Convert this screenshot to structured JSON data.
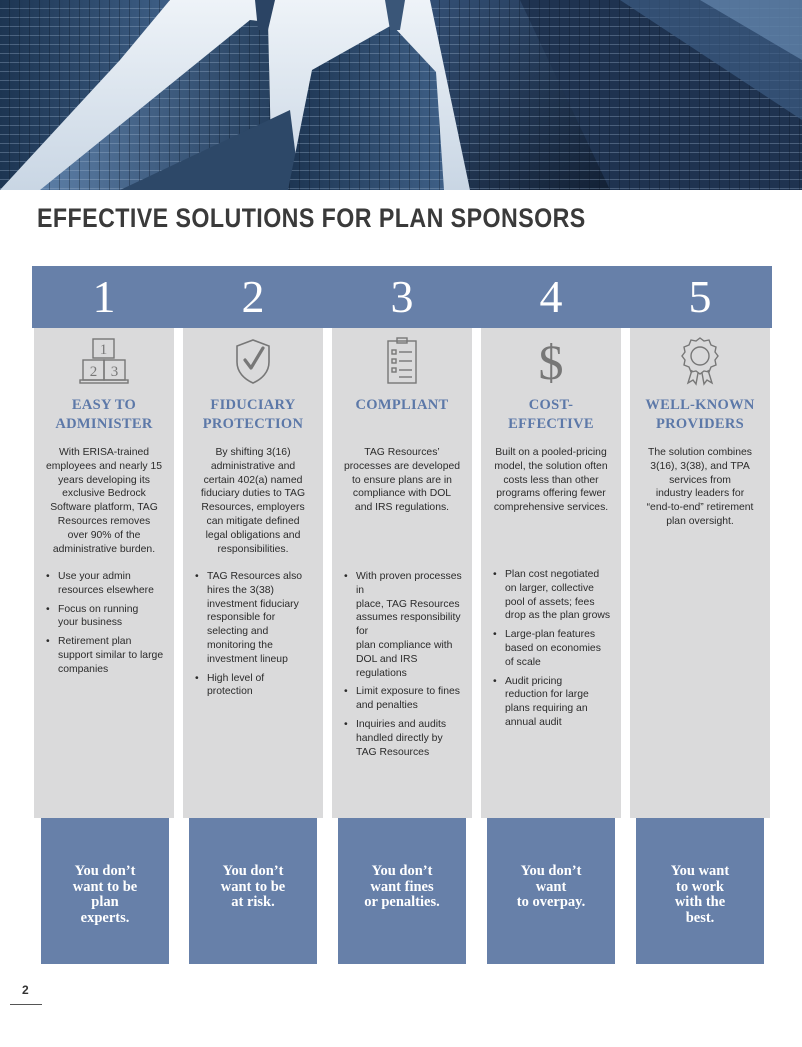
{
  "colors": {
    "accent": "#6780a9",
    "heading": "#5c78a8",
    "card": "#dadadb",
    "title": "#3a3a3a"
  },
  "hero": {
    "icon": "skyscrapers-photo"
  },
  "title": "EFFECTIVE SOLUTIONS FOR PLAN SPONSORS",
  "columns": [
    {
      "number": "1",
      "icon": "numbered-blocks-icon",
      "icon_text": {
        "top": "1",
        "left": "2",
        "right": "3"
      },
      "heading": [
        "EASY TO",
        "ADMINISTER"
      ],
      "description": [
        "With ERISA-trained",
        "employees and nearly 15",
        "years developing its",
        "exclusive Bedrock",
        "Software platform, TAG",
        "Resources removes",
        "over 90% of the",
        "administrative burden."
      ],
      "bullets": [
        [
          "Use your admin",
          "resources elsewhere"
        ],
        [
          "Focus on running",
          "your business"
        ],
        [
          "Retirement plan",
          "support similar to large",
          "companies"
        ]
      ],
      "tagline": [
        "You don’t",
        "want to be",
        "plan",
        "experts."
      ]
    },
    {
      "number": "2",
      "icon": "shield-check-icon",
      "heading": [
        "FIDUCIARY",
        "PROTECTION"
      ],
      "description": [
        "By shifting 3(16)",
        "administrative and",
        "certain 402(a) named",
        "fiduciary duties to TAG",
        "Resources, employers",
        "can mitigate defined",
        "legal obligations and",
        "responsibilities."
      ],
      "bullets": [
        [
          "TAG Resources also",
          "hires the 3(38)",
          "investment fiduciary",
          "responsible for",
          "selecting and",
          "monitoring the",
          "investment lineup"
        ],
        [
          "High level of",
          "protection"
        ]
      ],
      "tagline": [
        "You don’t",
        "want to be",
        "at risk."
      ]
    },
    {
      "number": "3",
      "icon": "checklist-clipboard-icon",
      "heading": [
        "COMPLIANT"
      ],
      "description": [
        "TAG Resources’",
        "processes are developed",
        "to ensure plans are in",
        "compliance with DOL",
        "and IRS regulations."
      ],
      "bullets": [
        [
          "With proven processes in",
          "place, TAG Resources",
          "assumes responsibility for",
          "plan compliance with",
          "DOL and IRS regulations"
        ],
        [
          "Limit exposure to fines",
          "and penalties"
        ],
        [
          "Inquiries and audits",
          "handled directly by",
          "TAG Resources"
        ]
      ],
      "tagline": [
        "You don’t",
        "want fines",
        "or penalties."
      ]
    },
    {
      "number": "4",
      "icon": "dollar-sign-icon",
      "icon_text": {
        "symbol": "$"
      },
      "heading": [
        "COST-",
        "EFFECTIVE"
      ],
      "description": [
        "Built on a pooled-pricing",
        "model, the solution often",
        "costs less than other",
        "programs offering fewer",
        "comprehensive services."
      ],
      "bullets": [
        [
          "Plan cost negotiated",
          "on larger, collective",
          "pool of assets; fees",
          "drop as the plan grows"
        ],
        [
          "Large-plan features",
          "based on economies",
          "of scale"
        ],
        [
          "Audit pricing",
          "reduction for large",
          "plans requiring an",
          "annual audit"
        ]
      ],
      "tagline": [
        "You don’t",
        "want",
        "to overpay."
      ]
    },
    {
      "number": "5",
      "icon": "award-ribbon-icon",
      "heading": [
        "WELL-KNOWN",
        "PROVIDERS"
      ],
      "description": [
        "The solution combines",
        "3(16), 3(38), and TPA",
        "services from",
        "industry leaders for",
        "“end-to-end” retirement",
        "plan oversight."
      ],
      "bullets": [],
      "tagline": [
        "You want",
        "to work",
        "with the",
        "best."
      ]
    }
  ],
  "page_number": "2"
}
